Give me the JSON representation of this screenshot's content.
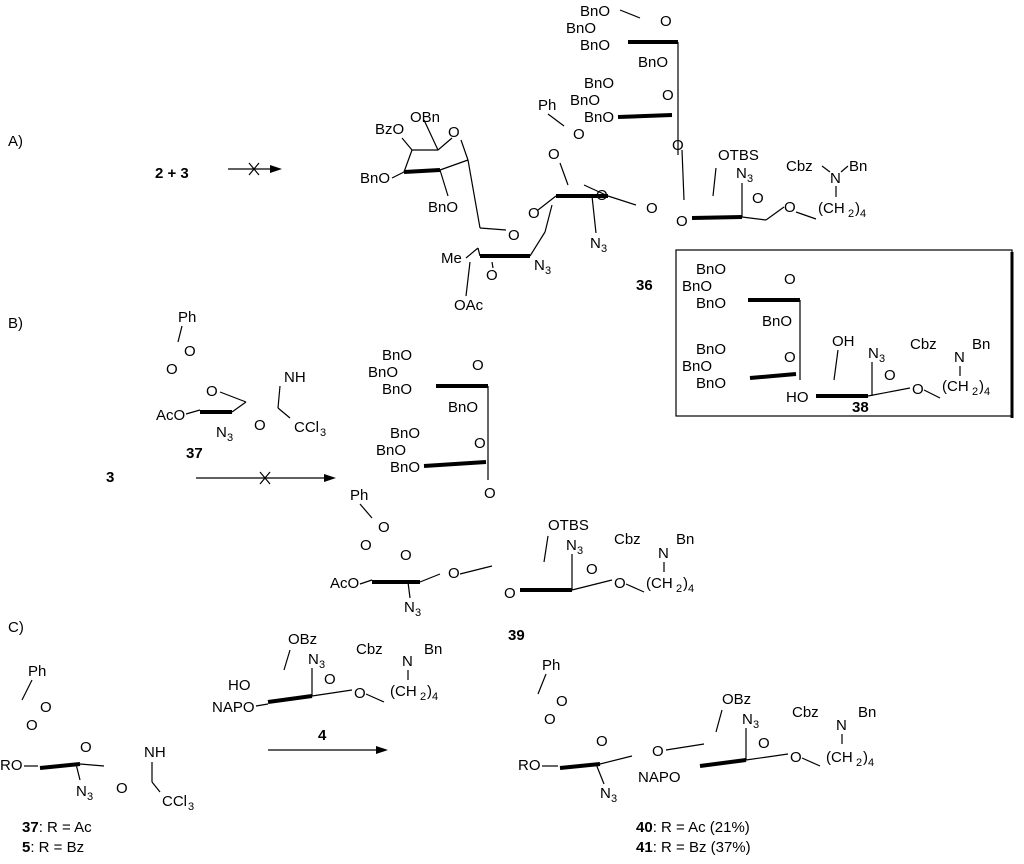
{
  "panels": {
    "A": {
      "label": "A)",
      "reactants": "2 + 3",
      "arrow": "blocked",
      "product": {
        "id": "36",
        "substituents": [
          "BzO",
          "OBn",
          "BnO",
          "BnO",
          "Me",
          "OAc",
          "N3",
          "Ph",
          "N3",
          "BnO",
          "BnO",
          "BnO",
          "BnO",
          "BnO",
          "BnO",
          "BnO",
          "OTBS",
          "N3",
          "Cbz",
          "N",
          "Bn",
          "(CH2)4"
        ]
      }
    },
    "B": {
      "label": "B)",
      "reactant": "3",
      "donor": {
        "id": "37",
        "substituents": [
          "Ph",
          "AcO",
          "N3",
          "NH",
          "CCl3"
        ]
      },
      "arrow": "blocked",
      "product": {
        "id": "39",
        "substituents": [
          "Ph",
          "AcO",
          "N3",
          "BnO",
          "BnO",
          "BnO",
          "BnO",
          "BnO",
          "BnO",
          "BnO",
          "OTBS",
          "N3",
          "Cbz",
          "N",
          "Bn",
          "(CH2)4"
        ]
      },
      "boxed": {
        "id": "38",
        "substituents": [
          "BnO",
          "BnO",
          "BnO",
          "BnO",
          "BnO",
          "BnO",
          "BnO",
          "OH",
          "N3",
          "HO",
          "Cbz",
          "N",
          "Bn",
          "(CH2)4"
        ]
      }
    },
    "C": {
      "label": "C)",
      "donor": {
        "substituents": [
          "Ph",
          "RO",
          "N3",
          "NH",
          "CCl3"
        ],
        "variants": [
          {
            "id": "37",
            "text": ": R = Ac"
          },
          {
            "id": "5",
            "text": ": R = Bz"
          }
        ]
      },
      "acceptor": {
        "id": "4",
        "substituents": [
          "OBz",
          "N3",
          "HO",
          "NAPO",
          "Cbz",
          "N",
          "Bn",
          "(CH2)4"
        ]
      },
      "arrow": "forward",
      "product": {
        "substituents": [
          "Ph",
          "RO",
          "N3",
          "NAPO",
          "OBz",
          "N3",
          "Cbz",
          "N",
          "Bn",
          "(CH2)4"
        ],
        "variants": [
          {
            "id": "40",
            "text": ": R = Ac (21%)"
          },
          {
            "id": "41",
            "text": ": R = Bz (37%)"
          }
        ]
      }
    }
  },
  "text": {
    "bno": "BnO",
    "obn": "OBn",
    "bzo": "BzO",
    "obz": "OBz",
    "aco": "AcO",
    "oac": "OAc",
    "me": "Me",
    "ph": "Ph",
    "o": "O",
    "n": "N",
    "nh": "NH",
    "ho": "HO",
    "oh": "OH",
    "ro": "RO",
    "napo": "NAPO",
    "otbs": "OTBS",
    "cbz": "Cbz",
    "bn": "Bn",
    "n3_base": "N",
    "n3_sub": "3",
    "ccl3_base": "CCl",
    "ccl3_sub": "3",
    "ch2_open": "(CH",
    "ch2_sub": "2",
    "ch2_close": ")",
    "ch2_n": "4"
  }
}
